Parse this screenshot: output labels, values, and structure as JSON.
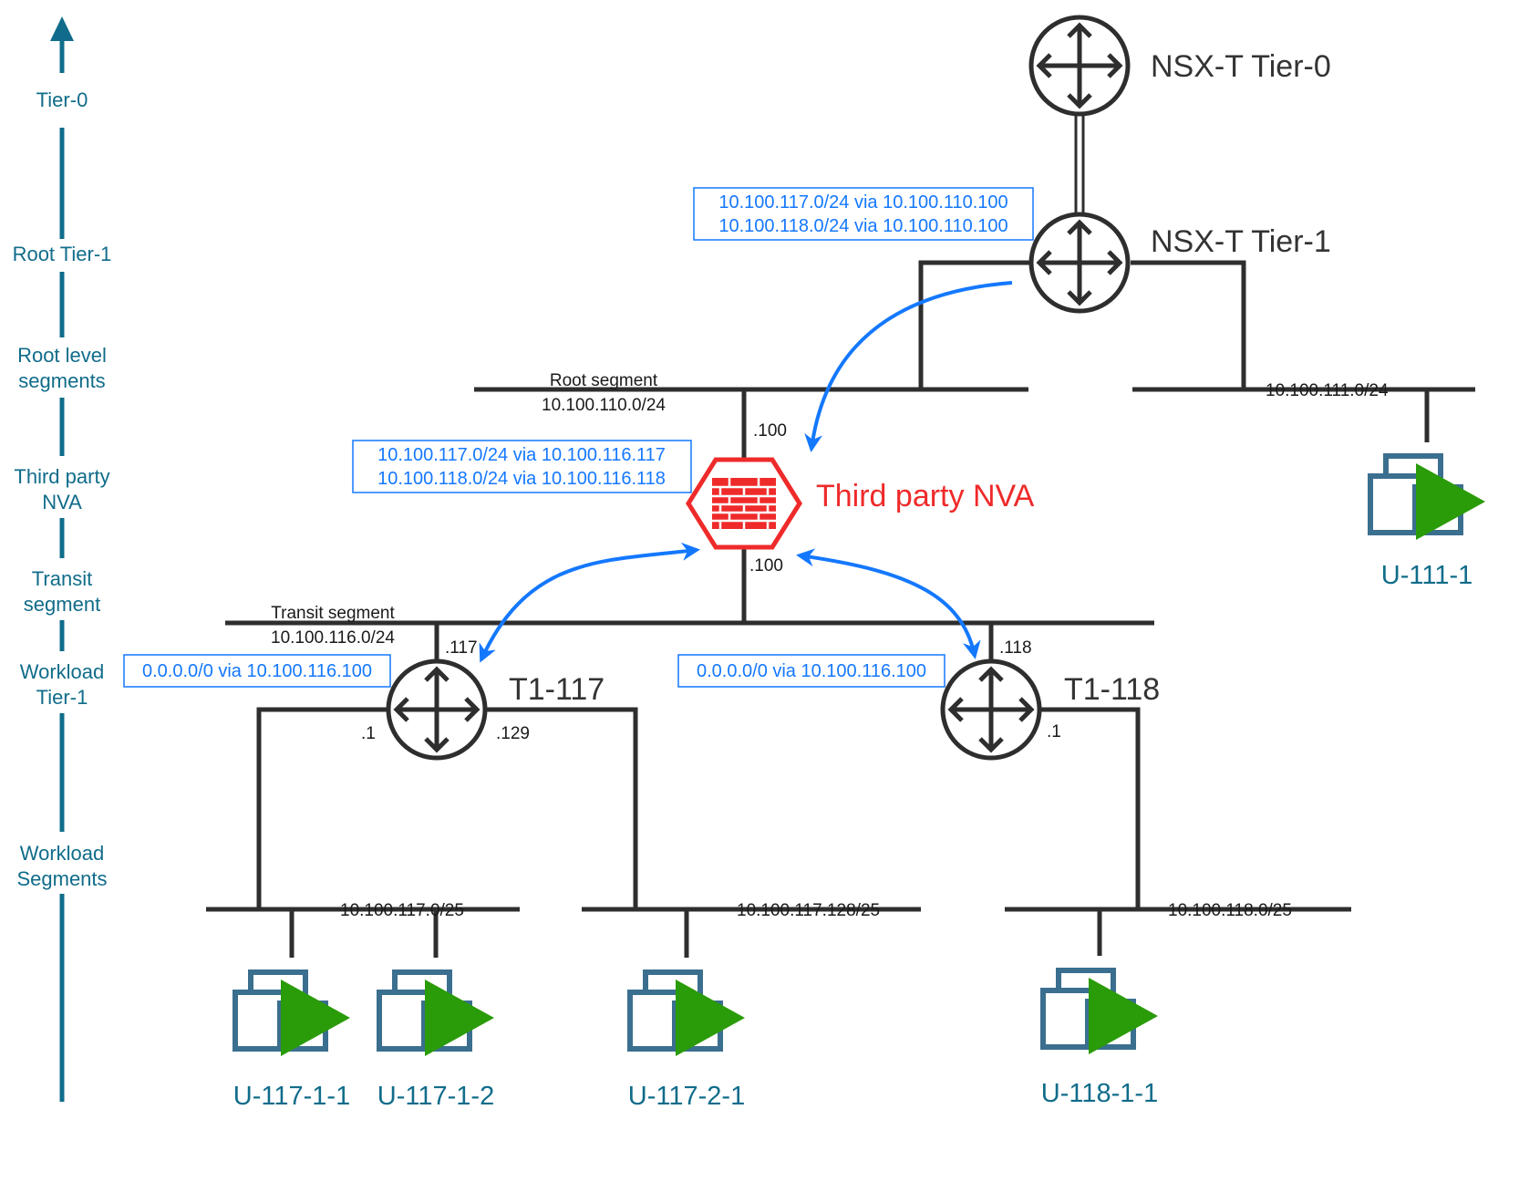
{
  "levels": [
    "Tier-0",
    "Root Tier-1",
    "Root level|segments",
    "Third party|NVA",
    "Transit|segment",
    "Workload|Tier-1",
    "Workload|Segments"
  ],
  "routers": {
    "tier0": "NSX-T Tier-0",
    "tier1": "NSX-T Tier-1",
    "t1_117": "T1-117",
    "t1_118": "T1-118"
  },
  "nva": {
    "label": "Third party NVA"
  },
  "segments": {
    "root": {
      "name": "Root segment",
      "cidr": "10.100.110.0/24"
    },
    "seg111": "10.100.111.0/24",
    "transit": {
      "name": "Transit segment",
      "cidr": "10.100.116.0/24"
    },
    "seg117a": "10.100.117.0/25",
    "seg117b": "10.100.117.128/25",
    "seg118": "10.100.118.0/25"
  },
  "ports": {
    "nva_top": ".100",
    "nva_bottom": ".100",
    "t117_up": ".117",
    "t118_up": ".118",
    "t117_left": ".1",
    "t117_right": ".129",
    "t118_down": ".1"
  },
  "routes": {
    "tier1": [
      "10.100.117.0/24 via 10.100.110.100",
      "10.100.118.0/24 via 10.100.110.100"
    ],
    "nva": [
      "10.100.117.0/24 via 10.100.116.117",
      "10.100.118.0/24 via 10.100.116.118"
    ],
    "t117": "0.0.0.0/0 via 10.100.116.100",
    "t118": "0.0.0.0/0 via 10.100.116.100"
  },
  "vms": [
    "U-111-1",
    "U-117-1-1",
    "U-117-1-2",
    "U-117-2-1",
    "U-118-1-1"
  ],
  "colors": {
    "level_axis": "#106c8a",
    "route_text": "#1478ff",
    "nva_red": "#ef2a2a",
    "vm_frame": "#3b6f8f",
    "vm_play": "#2a9b09"
  }
}
